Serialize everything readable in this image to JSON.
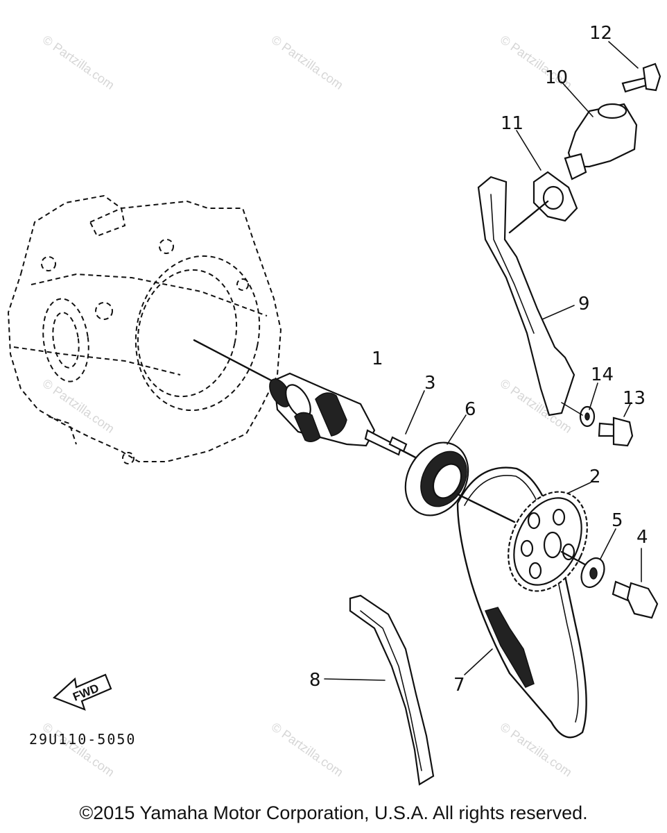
{
  "diagram": {
    "part_number": "29U110-5050",
    "fwd_label": "FWD",
    "watermark": "© Partzilla.com",
    "callouts": {
      "c1": "1",
      "c2": "2",
      "c3": "3",
      "c4": "4",
      "c5": "5",
      "c6": "6",
      "c7": "7",
      "c8": "8",
      "c9": "9",
      "c10": "10",
      "c11": "11",
      "c12": "12",
      "c13": "13",
      "c14": "14"
    }
  },
  "footer": {
    "copyright": "©2015 Yamaha Motor Corporation, U.S.A. All rights reserved."
  }
}
